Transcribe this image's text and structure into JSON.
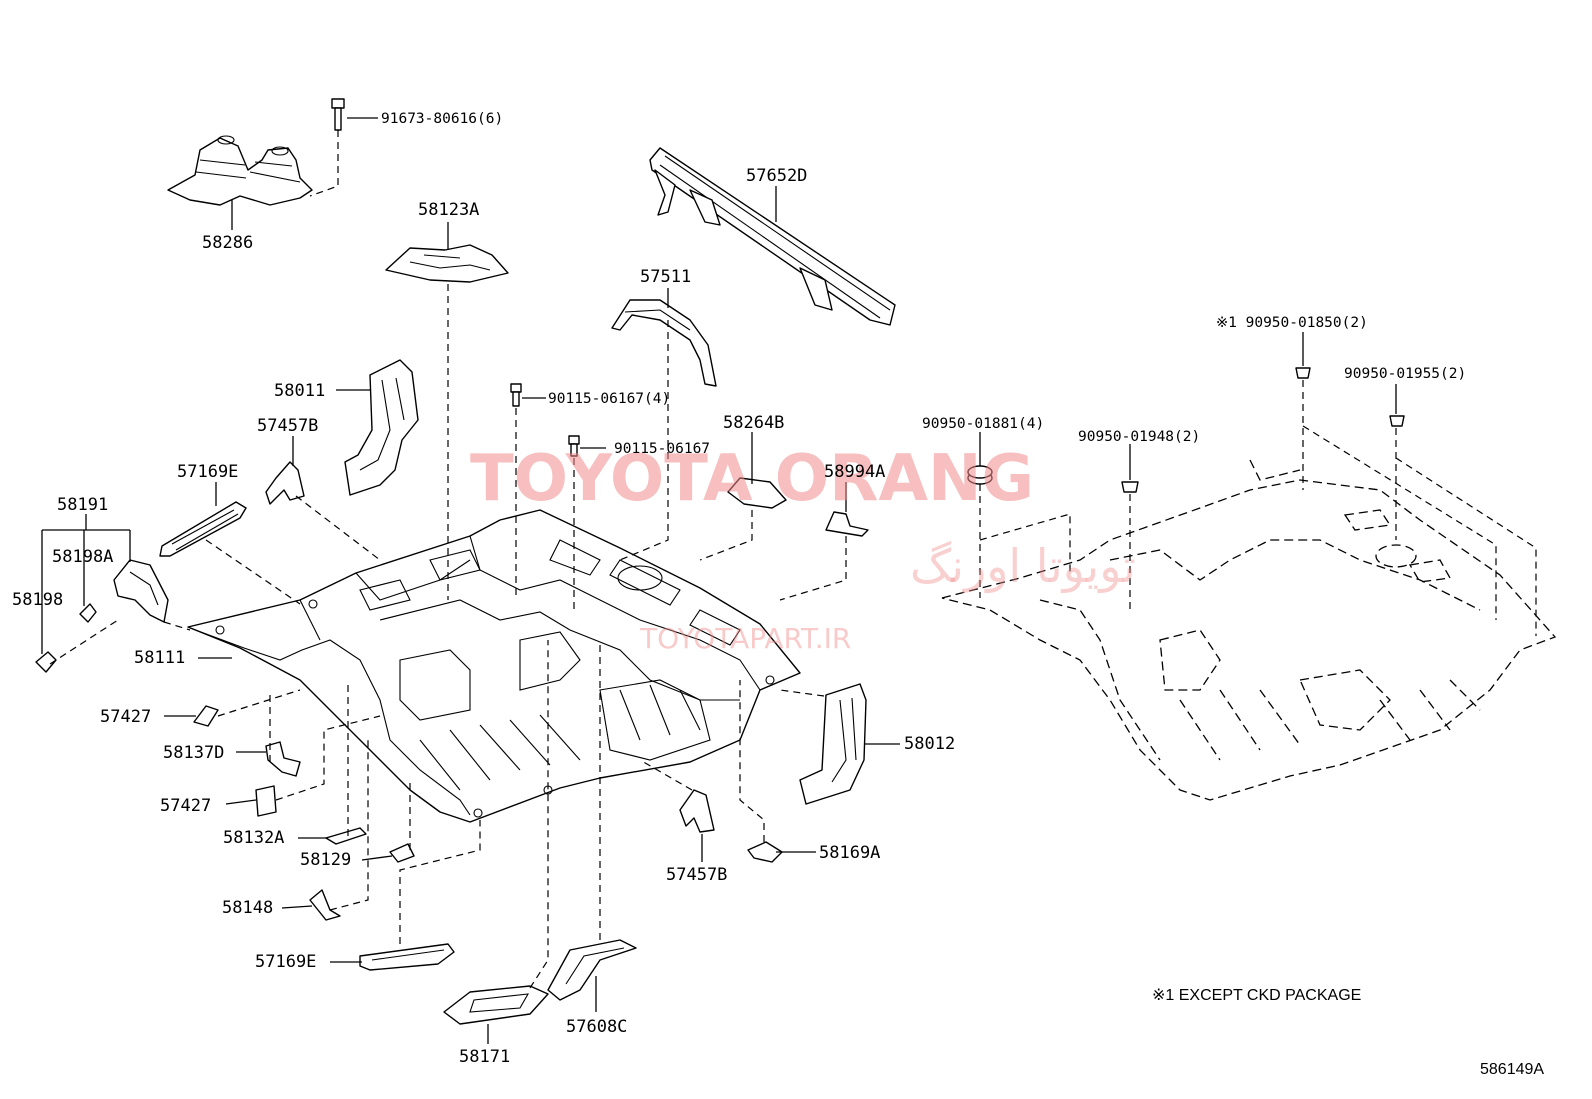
{
  "labels": {
    "p91673": "91673-80616(6)",
    "p58286": "58286",
    "p58123A": "58123A",
    "p57652D": "57652D",
    "p57511": "57511",
    "p58011": "58011",
    "p90115_4": "90115-06167(4)",
    "p90115": "90115-06167",
    "p58264B": "58264B",
    "p57457B_top": "57457B",
    "p57169E_top": "57169E",
    "p58994A": "58994A",
    "p58191": "58191",
    "p58198A": "58198A",
    "p58198": "58198",
    "p58111": "58111",
    "p57427_a": "57427",
    "p58137D": "58137D",
    "p57427_b": "57427",
    "p58132A": "58132A",
    "p58129": "58129",
    "p58148": "58148",
    "p57169E_bot": "57169E",
    "p58171": "58171",
    "p57608C": "57608C",
    "p57457B_bot": "57457B",
    "p58169A": "58169A",
    "p58012": "58012",
    "p19095_1850": "※1 90950-01850(2)",
    "p90950_1955": "90950-01955(2)",
    "p90950_1881": "90950-01881(4)",
    "p90950_1948": "90950-01948(2)"
  },
  "footnote": "※1 EXCEPT CKD PACKAGE",
  "diagram_code": "586149A",
  "watermark": {
    "brand": "TOYOTA ORANG",
    "persian": "تویوتا اورنگ",
    "url": "TOYOTAPART.IR"
  }
}
